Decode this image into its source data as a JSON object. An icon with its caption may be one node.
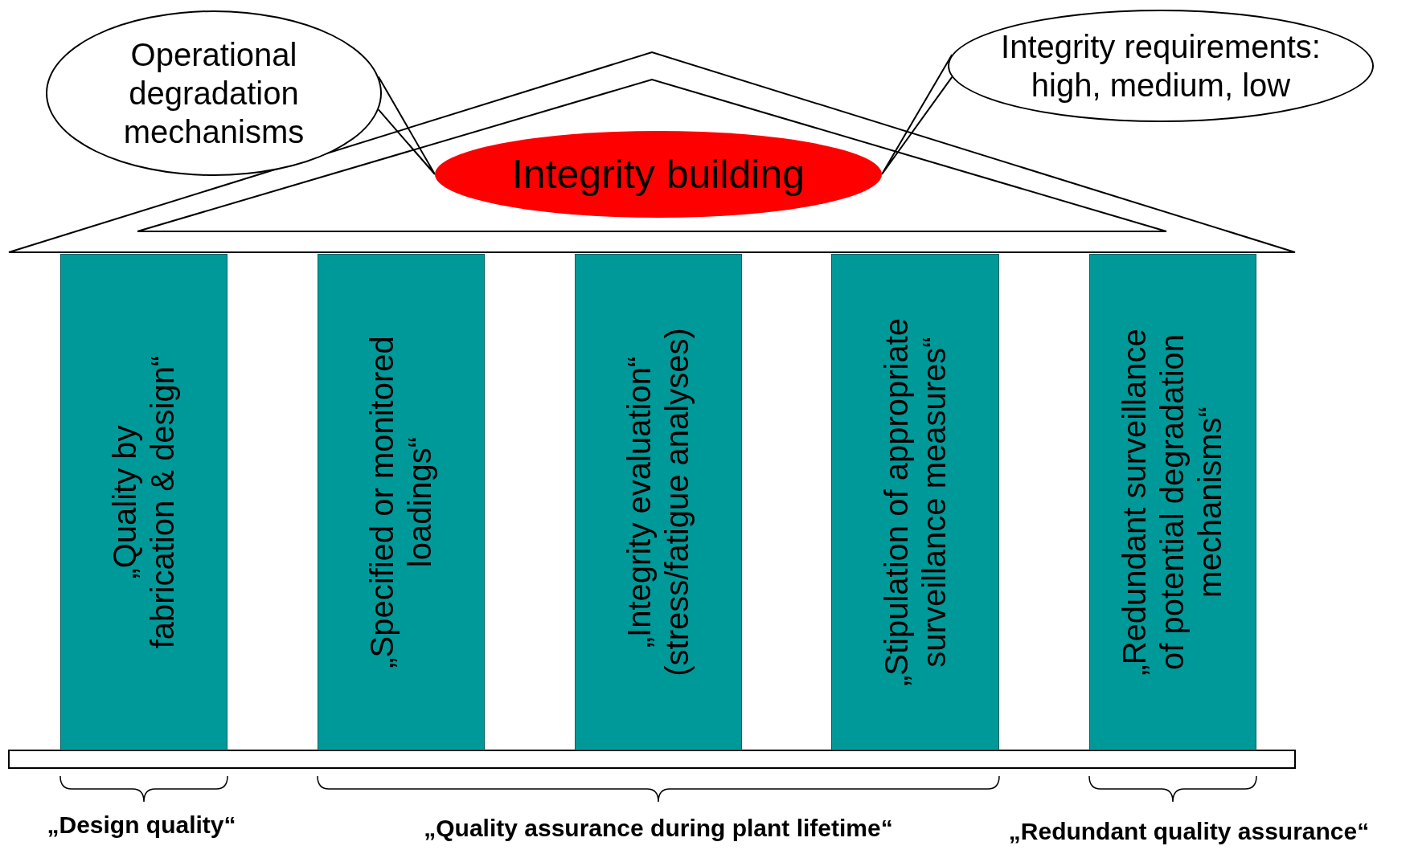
{
  "diagram": {
    "nodes": [
      {
        "text": [
          "Operational degradation mechanisms"
        ]
      },
      {
        "text": [
          "Integrity requirements: high, medium, low"
        ]
      },
      {
        "text": [
          "Integrity building"
        ]
      },
      {
        "text": [
          "„Quality by fabrication & design“"
        ]
      },
      {
        "text": [
          "„Specified or monitored loadings“"
        ]
      },
      {
        "text": [
          "„Integrity evaluation“ (stress/fatigue analyses)"
        ]
      },
      {
        "text": [
          "„Stipulation of appropriate surveillance measures“"
        ]
      },
      {
        "text": [
          "„Redundant surveillance of potential degradation mechanisms“"
        ]
      }
    ],
    "edges": [
      {
        "from": 0,
        "to": 2,
        "arrow": "none"
      },
      {
        "from": 1,
        "to": 2,
        "arrow": "none"
      }
    ],
    "labels": [
      "„Design quality“",
      "„Quality assurance during plant lifetime“",
      "„Redundant quality assurance“"
    ]
  }
}
